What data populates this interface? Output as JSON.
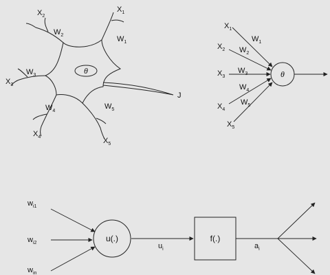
{
  "colors": {
    "background": "#e6e6e6",
    "line": "#222222",
    "text": "#111111"
  },
  "bio_neuron": {
    "soma_label": "θ",
    "output_label": "J",
    "inputs": [
      {
        "x": "X",
        "x_sub": "1",
        "w": "W",
        "w_sub": "1"
      },
      {
        "x": "X",
        "x_sub": "2",
        "w": "W",
        "w_sub": "2"
      },
      {
        "x": "X",
        "x_sub": "3",
        "w": "W",
        "w_sub": "3"
      },
      {
        "x": "X",
        "x_sub": "4",
        "w": "W",
        "w_sub": "4"
      },
      {
        "x": "X",
        "x_sub": "5",
        "w": "W",
        "w_sub": "5"
      }
    ]
  },
  "perceptron": {
    "node_label": "θ",
    "inputs": [
      {
        "x": "X",
        "x_sub": "1",
        "w": "W",
        "w_sub": "1"
      },
      {
        "x": "X",
        "x_sub": "2",
        "w": "W",
        "w_sub": "2"
      },
      {
        "x": "X",
        "x_sub": "3",
        "w": "W",
        "w_sub": "3"
      },
      {
        "x": "X",
        "x_sub": "4",
        "w": "W",
        "w_sub": "4"
      },
      {
        "x": "X",
        "x_sub": "5",
        "w": "W",
        "w_sub": "5"
      }
    ]
  },
  "pipeline": {
    "inputs": [
      {
        "w": "w",
        "w_sub": "i1"
      },
      {
        "w": "w",
        "w_sub": "i2"
      },
      {
        "w": "w",
        "w_sub": "in"
      }
    ],
    "sum_label": "u(.)",
    "u_label": "u",
    "u_sub": "i",
    "f_label": "f(.)",
    "a_label": "a",
    "a_sub": "i"
  }
}
